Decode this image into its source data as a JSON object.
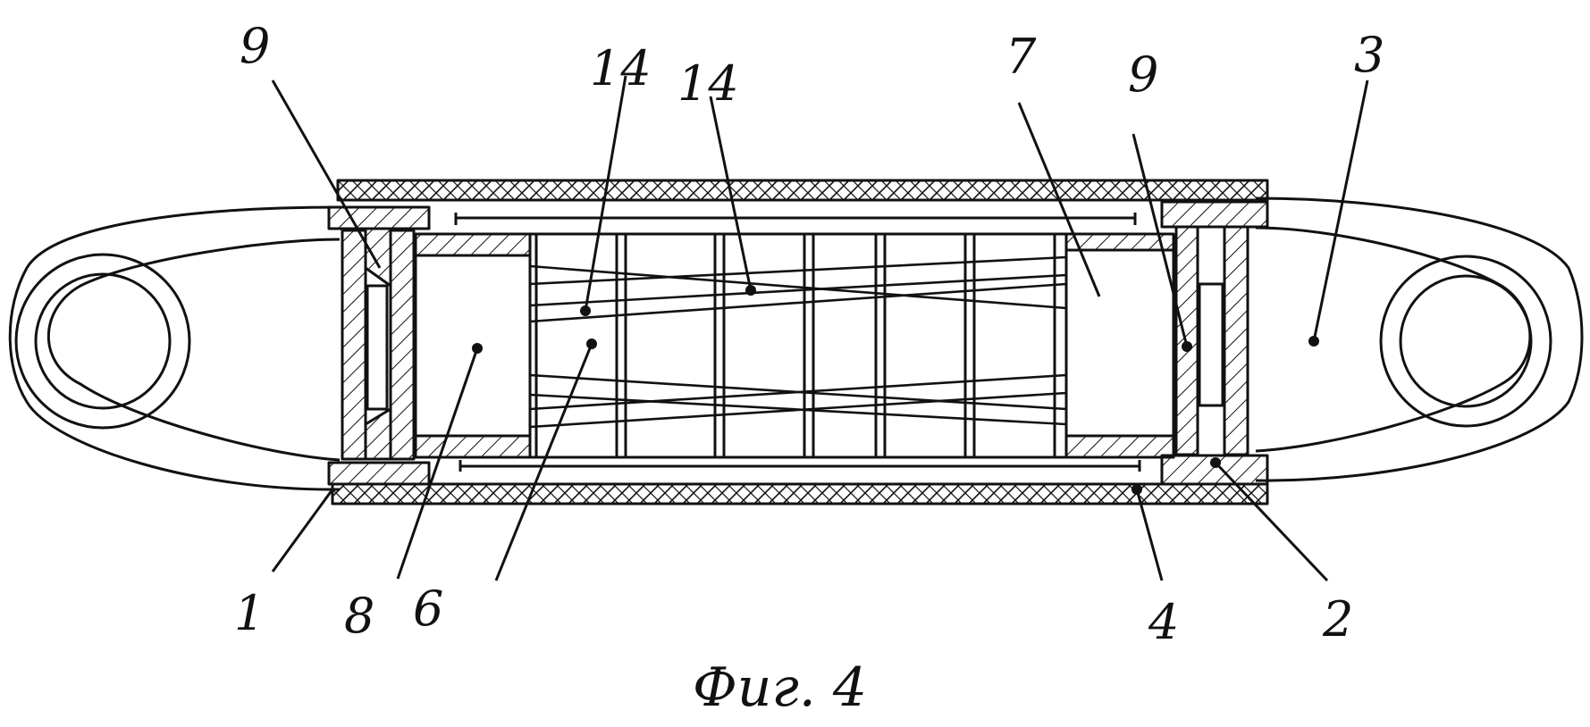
{
  "labels": {
    "l9a": "9",
    "l14a": "14",
    "l14b": "14",
    "l7": "7",
    "l9b": "9",
    "l3": "3",
    "l1": "1",
    "l8": "8",
    "l6": "6",
    "l4": "4",
    "l2": "2"
  },
  "caption": "Фиг. 4",
  "colors": {
    "ink": "#111111",
    "paper": "#ffffff"
  }
}
